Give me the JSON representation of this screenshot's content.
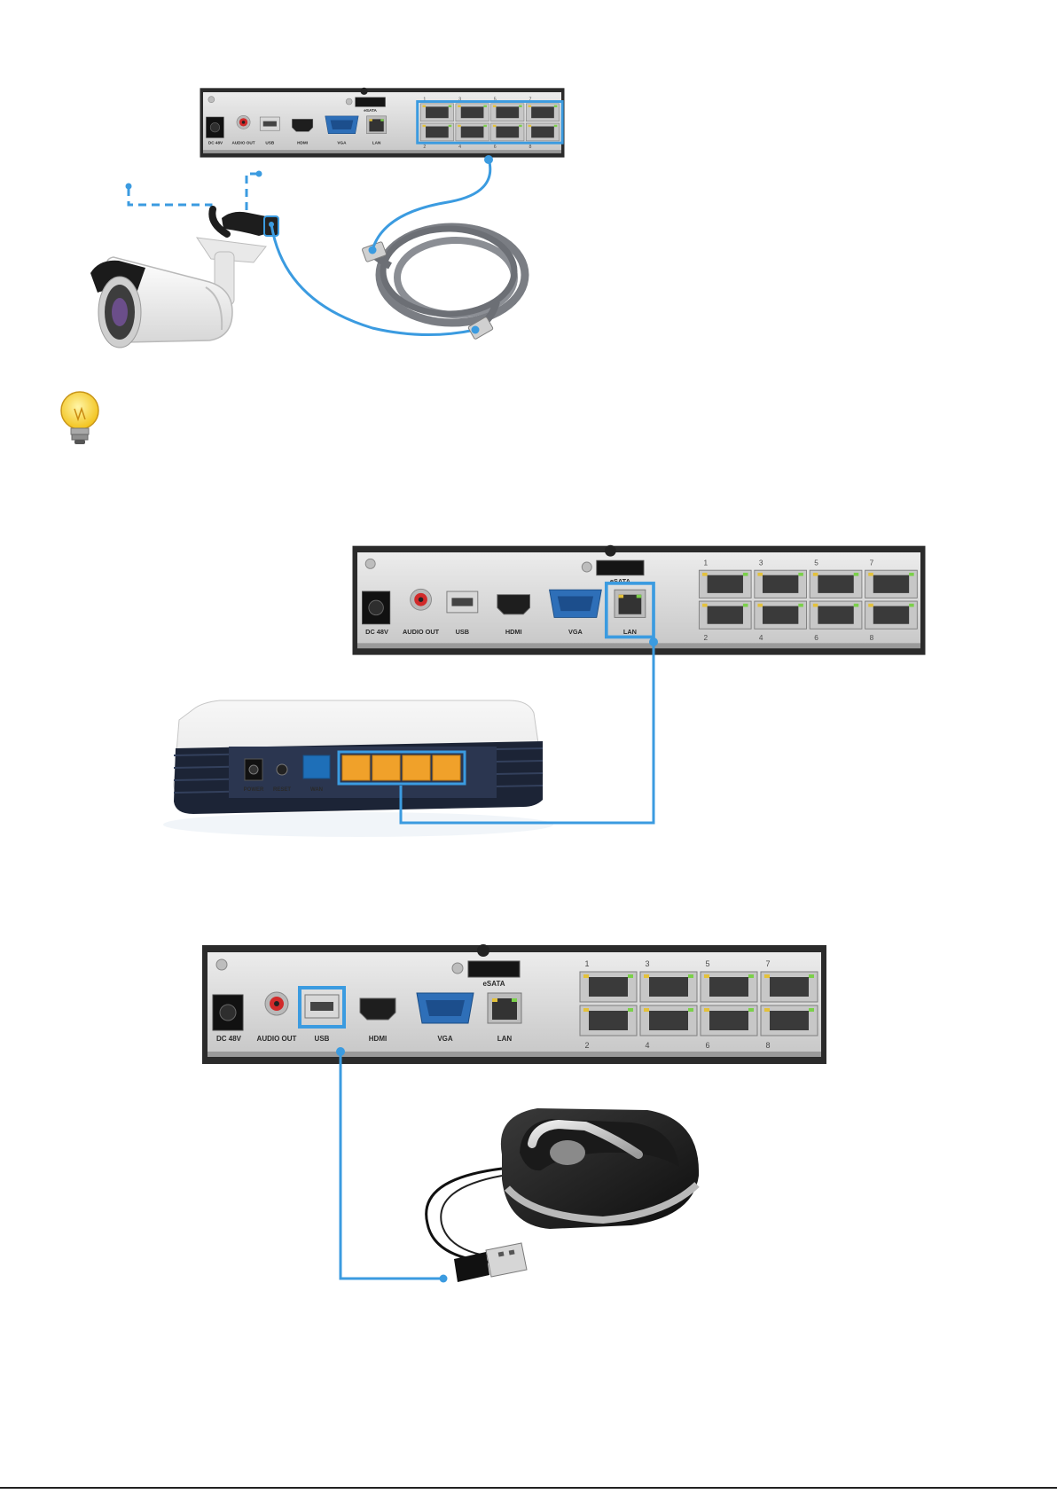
{
  "panel_labels": {
    "dc": "DC 48V",
    "audio": "AUDIO OUT",
    "usb": "USB",
    "hdmi": "HDMI",
    "vga": "VGA",
    "lan": "LAN",
    "esata": "eSATA"
  },
  "poe_port_numbers_top": [
    "1",
    "3",
    "5",
    "7"
  ],
  "poe_port_numbers_bottom": [
    "2",
    "4",
    "6",
    "8"
  ],
  "router_labels": {
    "power": "POWER",
    "reset": "RESET",
    "wan": "WAN"
  },
  "colors": {
    "accent_blue": "#3b9be0",
    "panel_silver": "#d9d9d9",
    "chassis_dark": "#2b2b2b",
    "router_orange": "#f0a12a",
    "wan_blue": "#1e6fb8"
  },
  "icons": [
    "nvr-rear-panel",
    "bullet-camera",
    "ethernet-cable",
    "tip-lightbulb",
    "router",
    "usb-mouse"
  ]
}
